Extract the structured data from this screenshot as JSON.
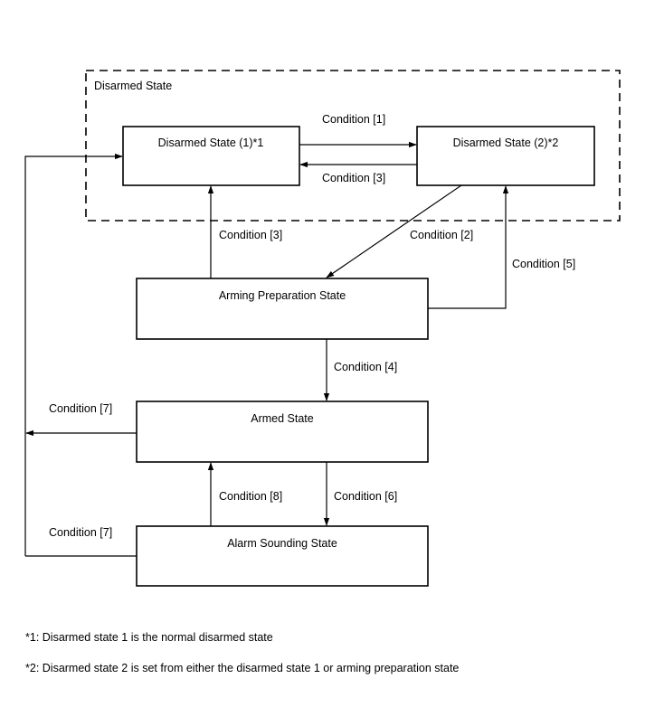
{
  "diagram": {
    "group_label": "Disarmed State",
    "states": {
      "disarmed_1": "Disarmed State (1)*1",
      "disarmed_2": "Disarmed State (2)*2",
      "arming_preparation": "Arming Preparation State",
      "armed": "Armed State",
      "alarm_sounding": "Alarm Sounding State"
    },
    "transitions": {
      "d1_to_d2": "Condition [1]",
      "d2_to_d1": "Condition [3]",
      "prep_to_d1": "Condition [3]",
      "d2_to_prep": "Condition [2]",
      "prep_to_d2": "Condition [5]",
      "prep_to_armed": "Condition [4]",
      "armed_to_d1": "Condition [7]",
      "armed_to_alarm": "Condition [6]",
      "alarm_to_armed": "Condition [8]",
      "alarm_to_d1": "Condition [7]"
    }
  },
  "footnotes": {
    "note_1": "*1: Disarmed state 1 is the normal disarmed state",
    "note_2": "*2: Disarmed state 2 is set from either the disarmed state 1 or arming preparation state"
  }
}
